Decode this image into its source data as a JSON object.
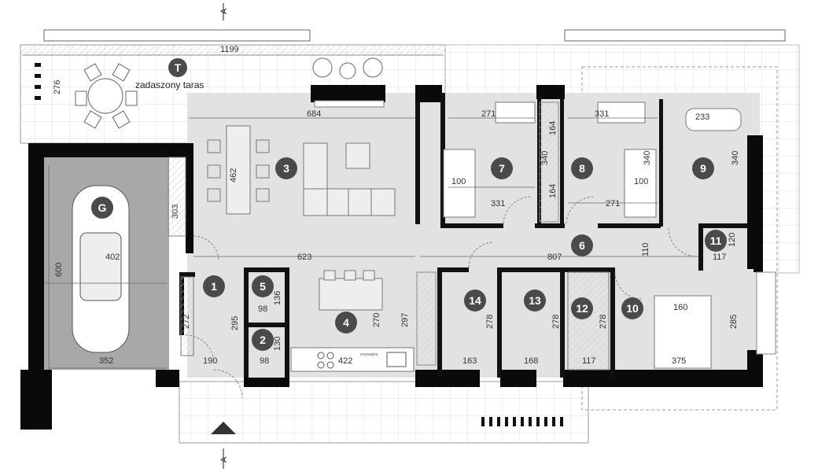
{
  "colors": {
    "wall": "#0a0a0a",
    "floor": "#e2e2e2",
    "garage": "#a8a8a8",
    "terrace_grid": "#d8d8d8",
    "badge": "#4a4a4a",
    "badge_text": "#ffffff"
  },
  "section_marks": {
    "top": "A",
    "bottom": "A"
  },
  "terrace": {
    "badge": "T",
    "label": "zadaszony taras"
  },
  "garage": {
    "badge": "G"
  },
  "rooms": [
    {
      "number": "1"
    },
    {
      "number": "2"
    },
    {
      "number": "3"
    },
    {
      "number": "4"
    },
    {
      "number": "5"
    },
    {
      "number": "6"
    },
    {
      "number": "7"
    },
    {
      "number": "8"
    },
    {
      "number": "9"
    },
    {
      "number": "10"
    },
    {
      "number": "11"
    },
    {
      "number": "12"
    },
    {
      "number": "13"
    },
    {
      "number": "14"
    }
  ],
  "dimensions": {
    "d1199": "1199",
    "d276": "276",
    "d684": "684",
    "d462": "462",
    "d271a": "271",
    "d340a": "340",
    "d100a": "100",
    "d331a": "331",
    "d164a": "164",
    "d164b": "164",
    "d331b": "331",
    "d340b": "340",
    "d100b": "100",
    "d271b": "271",
    "d233": "233",
    "d340c": "340",
    "d303": "303",
    "d402": "402",
    "d600": "600",
    "d352": "352",
    "d623": "623",
    "d807": "807",
    "d110": "110",
    "d120": "120",
    "d117a": "117",
    "d272": "272",
    "d295": "295",
    "d190": "190",
    "d98a": "98",
    "d136": "136",
    "d130": "130",
    "d98b": "98",
    "d270": "270",
    "d297": "297",
    "d422": "422",
    "d278a": "278",
    "d163": "163",
    "d278b": "278",
    "d168": "168",
    "d278c": "278",
    "d117b": "117",
    "d160": "160",
    "d285": "285",
    "d375": "375"
  }
}
